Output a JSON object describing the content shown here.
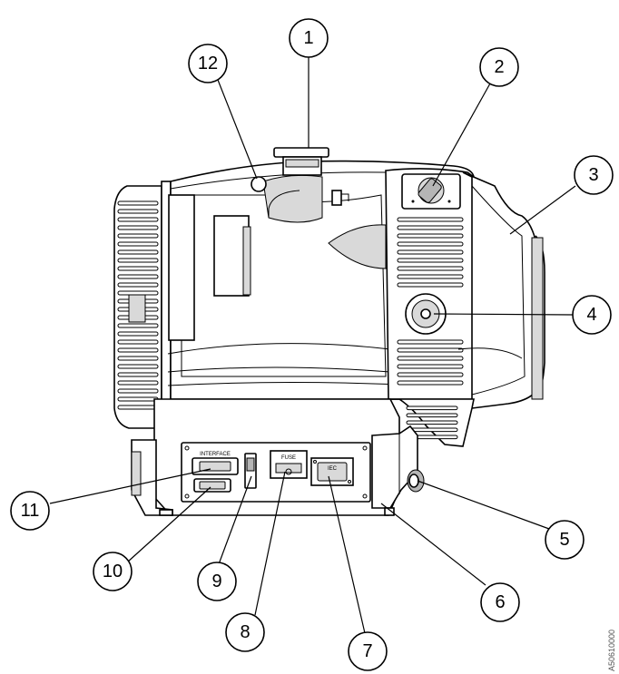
{
  "callouts": [
    {
      "id": "1",
      "label": "1"
    },
    {
      "id": "2",
      "label": "2"
    },
    {
      "id": "3",
      "label": "3"
    },
    {
      "id": "4",
      "label": "4"
    },
    {
      "id": "5",
      "label": "5"
    },
    {
      "id": "6",
      "label": "6"
    },
    {
      "id": "7",
      "label": "7"
    },
    {
      "id": "8",
      "label": "8"
    },
    {
      "id": "9",
      "label": "9"
    },
    {
      "id": "10",
      "label": "10"
    },
    {
      "id": "11",
      "label": "11"
    },
    {
      "id": "12",
      "label": "12"
    }
  ],
  "panel": {
    "socket_label": "IEC",
    "fuse_label": "FUSE",
    "interface_label": "INTERFACE"
  },
  "reference_code": "A50610000"
}
